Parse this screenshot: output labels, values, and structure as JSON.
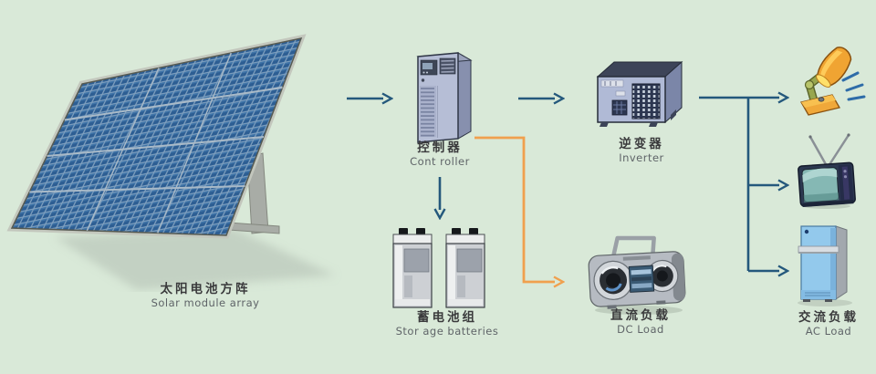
{
  "diagram": {
    "background_color": "#d9e9d8",
    "colors": {
      "power_arrow": "#24587c",
      "dc_branch_arrow": "#f0a04e",
      "panel_cell": "#2d5e93",
      "device_body": "#b2bcd6"
    },
    "nodes": {
      "solar": {
        "cn": "太阳电池方阵",
        "en": "Solar module array"
      },
      "controller": {
        "cn": "控制器",
        "en": "Cont roller"
      },
      "inverter": {
        "cn": "逆变器",
        "en": "Inverter"
      },
      "batteries": {
        "cn": "蓄电池组",
        "en": "Stor age batteries"
      },
      "dc_load": {
        "cn": "直流负载",
        "en": "DC Load"
      },
      "ac_load": {
        "cn": "交流负载",
        "en": "AC Load"
      }
    },
    "ac_load_devices": [
      "desk-lamp",
      "television",
      "refrigerator"
    ],
    "dc_load_device": "portable-radio",
    "connections": [
      {
        "from": "solar",
        "to": "controller",
        "line": "blue-arrow"
      },
      {
        "from": "controller",
        "to": "inverter",
        "line": "blue-arrow"
      },
      {
        "from": "controller",
        "to": "batteries",
        "line": "blue-arrow"
      },
      {
        "from": "controller",
        "to": "dc_load",
        "line": "orange-arrow"
      },
      {
        "from": "inverter",
        "to": "ac_load-lamp",
        "line": "blue-arrow"
      },
      {
        "from": "inverter",
        "to": "ac_load-tv",
        "line": "blue-arrow"
      },
      {
        "from": "inverter",
        "to": "ac_load-refrigerator",
        "line": "blue-arrow"
      }
    ]
  }
}
